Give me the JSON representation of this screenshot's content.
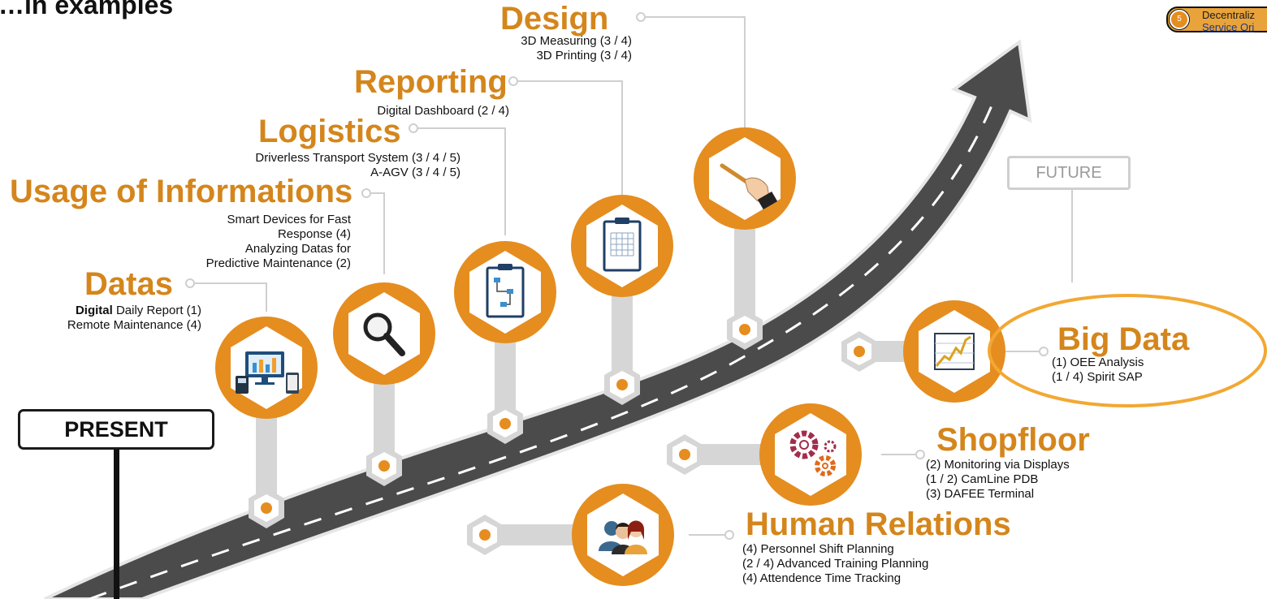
{
  "header": {
    "title": "…in examples"
  },
  "legend": {
    "number": "5",
    "line1": "Decentraliz",
    "line2": "Service Ori"
  },
  "markers": {
    "present": "PRESENT",
    "future": "FUTURE"
  },
  "colors": {
    "accent": "#d4861c",
    "road": "#4a4a4a",
    "lane": "#ffffff",
    "connector": "#d6d6d6",
    "highlight": "#f2a833"
  },
  "stages": {
    "design": {
      "title": "Design",
      "items": [
        "3D Measuring (3 / 4)",
        "3D Printing (3 / 4)"
      ],
      "icon": "hand-writing-icon"
    },
    "reporting": {
      "title": "Reporting",
      "items": [
        "Digital Dashboard (2 / 4)"
      ],
      "icon": "spreadsheet-clipboard-icon"
    },
    "logistics": {
      "title": "Logistics",
      "items": [
        "Driverless Transport System (3 / 4 / 5)",
        "A-AGV (3 / 4 / 5)"
      ],
      "icon": "flowchart-clipboard-icon"
    },
    "usage": {
      "title": "Usage of Informations",
      "items": [
        "Smart Devices for Fast",
        "Response (4)",
        "Analyzing Datas for",
        "Predictive Maintenance (2)"
      ],
      "icon": "magnifier-icon"
    },
    "datas": {
      "title": "Datas",
      "item1_bold": "Digital",
      "item1_rest": " Daily Report (1)",
      "item2": "Remote Maintenance (4)",
      "icon": "computer-devices-icon"
    },
    "bigdata": {
      "title": "Big Data",
      "items": [
        "(1) OEE Analysis",
        "(1 / 4) Spirit SAP"
      ],
      "icon": "line-chart-icon"
    },
    "shopfloor": {
      "title": "Shopfloor",
      "items": [
        "(2) Monitoring via Displays",
        "(1 / 2) CamLine PDB",
        "(3) DAFEE Terminal"
      ],
      "icon": "gears-icon"
    },
    "hr": {
      "title": "Human Relations",
      "items": [
        "(4) Personnel Shift Planning",
        "(2 / 4) Advanced Training Planning",
        "(4) Attendence Time Tracking"
      ],
      "icon": "people-icon"
    }
  }
}
